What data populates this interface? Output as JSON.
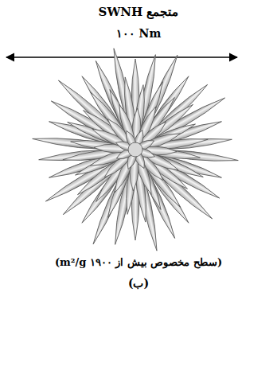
{
  "diagram": {
    "title": "متجمع SWNH",
    "labels": [
      "۱۰۰ Nm",
      "(سطح مخصوص بیش از ۱۹۰۰ m²/g)"
    ],
    "caption": "(ب)"
  }
}
